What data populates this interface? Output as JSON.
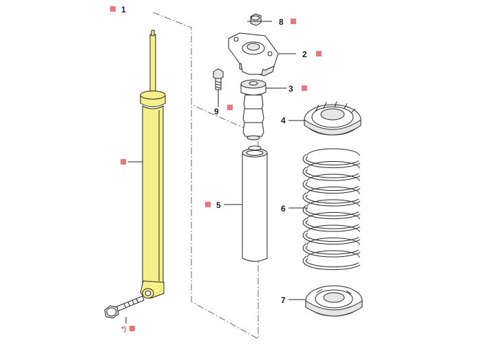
{
  "diagram": {
    "callouts": [
      {
        "id": "c1",
        "number": "1",
        "marker": true
      },
      {
        "id": "c2",
        "number": "2",
        "marker": true
      },
      {
        "id": "c3",
        "number": "3",
        "marker": true
      },
      {
        "id": "c4",
        "number": "4",
        "marker": false
      },
      {
        "id": "c5",
        "number": "5",
        "marker": true
      },
      {
        "id": "c6",
        "number": "6",
        "marker": false
      },
      {
        "id": "c7",
        "number": "7",
        "marker": false
      },
      {
        "id": "c8",
        "number": "8",
        "marker": true
      },
      {
        "id": "c9",
        "number": "9",
        "marker": true
      },
      {
        "id": "cbody",
        "number": "",
        "marker": true
      }
    ],
    "bolt_note": "*)",
    "colors": {
      "highlight": "#f6f08a",
      "marker": "#e8787a",
      "line": "#222222"
    }
  }
}
